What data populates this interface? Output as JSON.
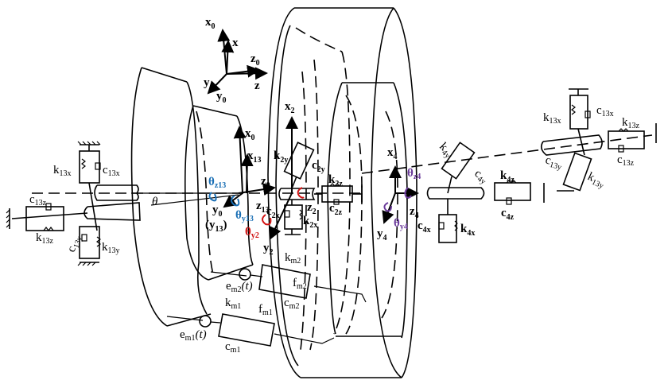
{
  "figure": {
    "description": "Dynamic model of a planetary/ring gear system with support springs and dampers",
    "colors": {
      "line": "#000000",
      "sun_rotation": "#1a6fb5",
      "planet_rotation": "#d01010",
      "ring_rotation": "#6a3a9a"
    }
  },
  "global_axes": {
    "x0": "x",
    "x0_sub": "0",
    "x": "x",
    "z0": "z",
    "z0_sub": "0",
    "z": "z",
    "y": "y",
    "y0": "y",
    "y0_sub": "0"
  },
  "angle_label": "θ",
  "left_support": {
    "k13x": "k",
    "k13x_sub": "13x",
    "c13x": "c",
    "c13x_sub": "13x",
    "c13z": "c",
    "c13z_sub": "13z",
    "k13z": "k",
    "k13z_sub": "13z",
    "c13y": "c",
    "c13y_sub": "13y",
    "k13y": "k",
    "k13y_sub": "13y"
  },
  "sun_frame": {
    "x0": "x",
    "x0_sub": "0",
    "x13": "x",
    "x13_sub": "13",
    "theta_z13": "θ",
    "theta_z13_sub": "z13",
    "z0": "z",
    "z0_sub": "0",
    "y0": "y",
    "y0_sub": "0",
    "theta_y13": "θ",
    "theta_y13_sub": "y13",
    "z13": "z",
    "z13_sub": "13",
    "y13": "y",
    "y13_sub": "13"
  },
  "planet_frame": {
    "x2": "x",
    "x2_sub": "2",
    "k2y": "k",
    "k2y_sub": "2y",
    "c2y": "c",
    "c2y_sub": "2y",
    "k2z": "k",
    "k2z_sub": "2z",
    "c2z": "c",
    "c2z_sub": "2z",
    "z2": "z",
    "z2_sub": "2",
    "c2x": "c",
    "c2x_sub": "2x",
    "k2x": "k",
    "k2x_sub": "2x",
    "theta_y2": "θ",
    "theta_y2_sub": "y2",
    "y2": "y",
    "y2_sub": "2"
  },
  "ring_frame": {
    "x4": "x",
    "x4_sub": "4",
    "theta_z4": "θ",
    "theta_z4_sub": "z4",
    "z4": "z",
    "z4_sub": "4",
    "theta_y4": "θ",
    "theta_y4_sub": "y4",
    "y4": "y",
    "y4_sub": "4",
    "k4y": "k",
    "k4y_sub": "4y",
    "c4y": "c",
    "c4y_sub": "4y",
    "k4z": "k",
    "k4z_sub": "4z",
    "c4z": "c",
    "c4z_sub": "4z",
    "c4x": "c",
    "c4x_sub": "4x",
    "k4x": "k",
    "k4x_sub": "4x"
  },
  "right_support": {
    "k13x": "k",
    "k13x_sub": "13x",
    "c13x": "c",
    "c13x_sub": "13x",
    "k13z": "k",
    "k13z_sub": "13z",
    "c13z": "c",
    "c13z_sub": "13z",
    "c13y": "c",
    "c13y_sub": "13y",
    "k13y": "k",
    "k13y_sub": "13y"
  },
  "mesh": {
    "km2": "k",
    "km2_sub": "m2",
    "em2": "e",
    "em2_sub": "m2",
    "em2_arg": "(t)",
    "fm2": "f",
    "fm2_sub": "m2",
    "cm2": "c",
    "cm2_sub": "m2",
    "km1": "k",
    "km1_sub": "m1",
    "fm1": "f",
    "fm1_sub": "m1",
    "em1": "e",
    "em1_sub": "m1",
    "em1_arg": "(t)",
    "cm1": "c",
    "cm1_sub": "m1"
  }
}
